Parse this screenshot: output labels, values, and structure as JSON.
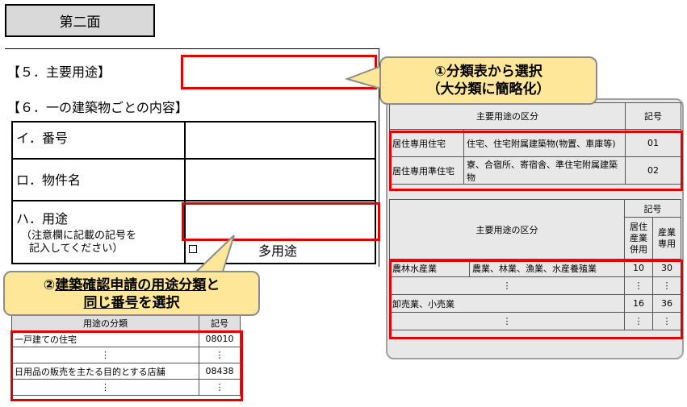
{
  "header": {
    "title": "第二面"
  },
  "form": {
    "section5_label": "【５．主要用途】",
    "section6_label": "【６．一の建築物ごとの内容】",
    "row_i": "イ．番号",
    "row_ro": "ロ．物件名",
    "row_ha": "ハ．用途",
    "row_ha_note_1": "（注意欄に記載の記号を",
    "row_ha_note_2": "記入してください）",
    "multi_use_label": "多用途"
  },
  "callout1": {
    "line1": "①分類表から選択",
    "line2": "（大分類に簡略化）"
  },
  "callout2": {
    "line1_a": "②",
    "line1_b": "建築確認申請の用途分類",
    "line1_c": "と",
    "line2_a": "同じ番号",
    "line2_b": "を選択"
  },
  "table_residential": {
    "header_category": "主要用途の区分",
    "header_code": "記号",
    "rows": [
      {
        "name": "居住専用住宅",
        "desc": "住宅、住宅附属建築物(物置、車庫等)",
        "code": "01"
      },
      {
        "name": "居住専用準住宅",
        "desc": "寮、合宿所、寄宿舎、準住宅附属建築物",
        "code": "02"
      }
    ]
  },
  "table_industry": {
    "header_category": "主要用途の区分",
    "header_code": "記号",
    "sub_header_1": "居住産業併用",
    "sub_header_2": "産業専用",
    "rows": [
      {
        "name": "農林水産業",
        "desc": "農業、林業、漁業、水産養殖業",
        "c1": "10",
        "c2": "30"
      },
      {
        "name": "⋮",
        "desc": "",
        "c1": "⋮",
        "c2": "⋮"
      },
      {
        "name": "卸売業、小売業",
        "desc": "",
        "c1": "16",
        "c2": "36"
      },
      {
        "name": "⋮",
        "desc": "",
        "c1": "⋮",
        "c2": "⋮"
      }
    ]
  },
  "table_use": {
    "header_category": "用途の分類",
    "header_code": "記号",
    "rows": [
      {
        "name": "一戸建ての住宅",
        "code": "08010"
      },
      {
        "name": "⋮",
        "code": "⋮"
      },
      {
        "name": "日用品の販売を主たる目的とする店舗",
        "code": "08438"
      },
      {
        "name": "⋮",
        "code": "⋮"
      }
    ]
  },
  "colors": {
    "highlight": "#e00000",
    "callout_fill": "#ffe79a",
    "panel_fill": "#e8e8e8"
  }
}
